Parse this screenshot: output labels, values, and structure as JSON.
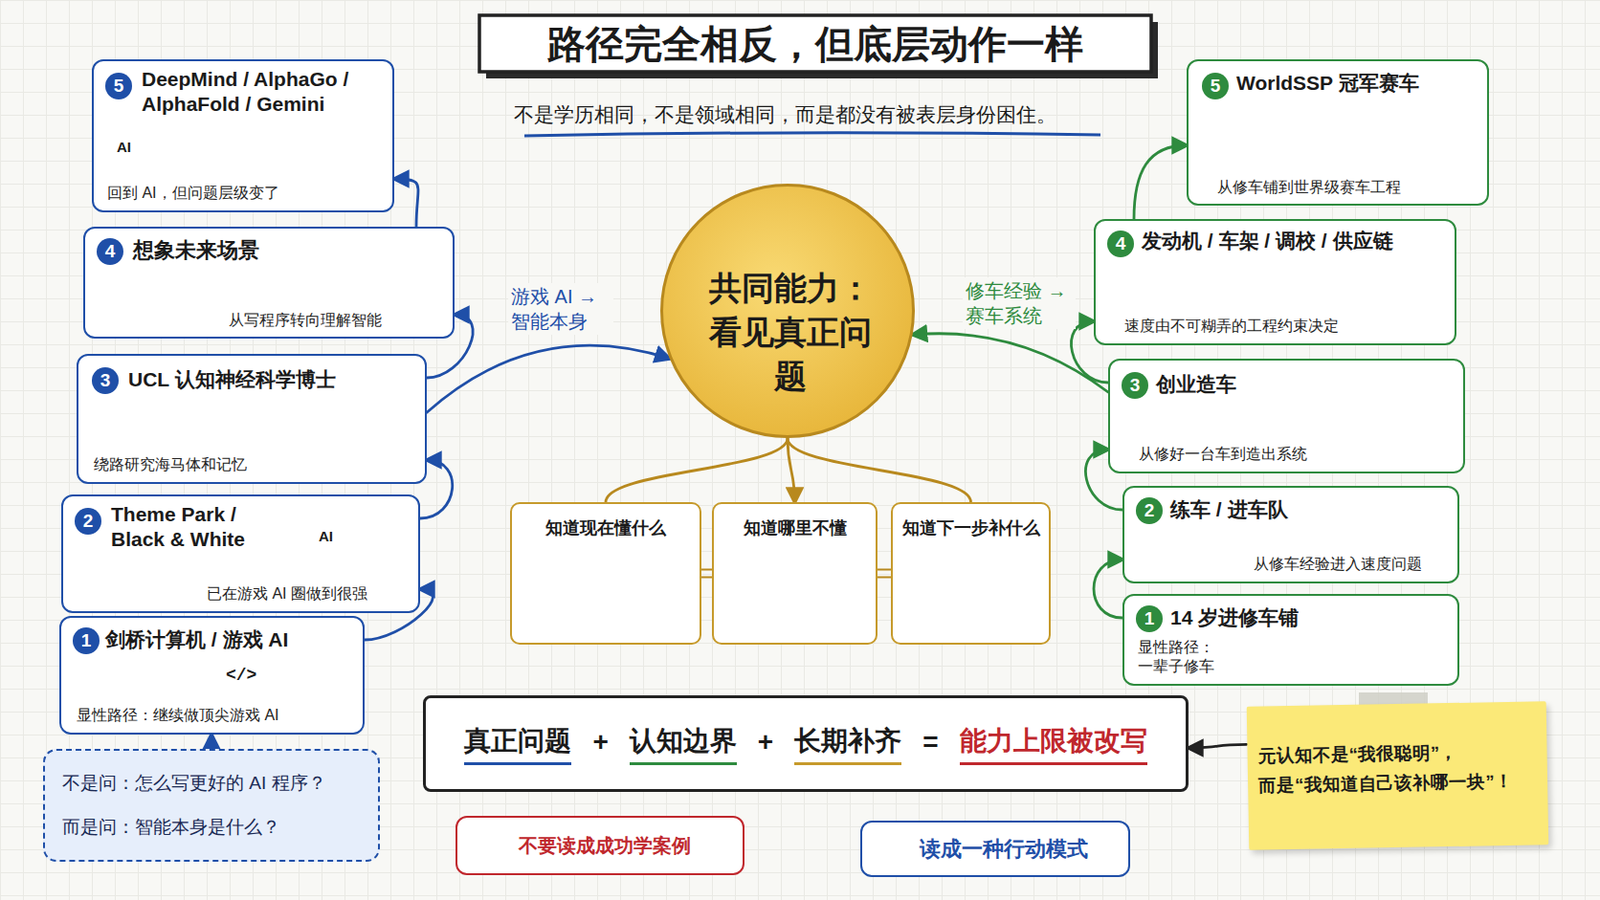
{
  "diagram": {
    "title": "路径完全相反，但底层动作一样",
    "caption": "不是学历相同，不是领域相同，而是都没有被表层身份困住。",
    "nodes": [
      {
        "text": [
          "1",
          "剑桥计算机 / 游戏 AI",
          "显性路径：继续做顶尖游戏 AI"
        ]
      },
      {
        "text": [
          "2",
          "Theme Park / Black & White",
          "已在游戏 AI 圈做到很强"
        ]
      },
      {
        "text": [
          "3",
          "UCL 认知神经科学博士",
          "绕路研究海马体和记忆"
        ]
      },
      {
        "text": [
          "4",
          "想象未来场景",
          "从写程序转向理解智能"
        ]
      },
      {
        "text": [
          "5",
          "DeepMind / AlphaGo / AlphaFold / Gemini",
          "回到 AI，但问题层级变了"
        ]
      },
      {
        "text": [
          "不是问：怎么写更好的 AI 程序？",
          "而是问：智能本身是什么？"
        ]
      },
      {
        "text": [
          "1",
          "14 岁进修车铺",
          "显性路径： 一辈子修车"
        ]
      },
      {
        "text": [
          "2",
          "练车 / 进车队",
          "从修车经验进入速度问题"
        ]
      },
      {
        "text": [
          "3",
          "创业造车",
          "从修好一台车到造出系统"
        ]
      },
      {
        "text": [
          "4",
          "发动机 / 车架 / 调校 / 供应链",
          "速度由不可糊弄的工程约束决定"
        ]
      },
      {
        "text": [
          "5",
          "WorldSSP 冠军赛车",
          "从修车铺到世界级赛车工程"
        ]
      },
      {
        "text": [
          "共同能力： 看见真正问题"
        ]
      },
      {
        "text": [
          "知道现在懂什么"
        ]
      },
      {
        "text": [
          "知道哪里不懂"
        ]
      },
      {
        "text": [
          "知道下一步补什么"
        ]
      },
      {
        "text": [
          "真正问题",
          "+",
          "认知边界",
          "+",
          "长期补齐",
          "=",
          "能力上限被改写"
        ]
      },
      {
        "text": [
          "元认知不是“我很聪明”， 而是“我知道自己该补哪一块”！"
        ]
      },
      {
        "text": [
          "不要读成成功学案例"
        ]
      },
      {
        "text": [
          "读成一种行动模式"
        ]
      }
    ],
    "edges": [
      {
        "from": 0,
        "to": 1,
        "arrow": "to"
      },
      {
        "from": 1,
        "to": 2,
        "arrow": "to"
      },
      {
        "from": 2,
        "to": 3,
        "arrow": "to"
      },
      {
        "from": 3,
        "to": 4,
        "arrow": "to"
      },
      {
        "from": 5,
        "to": 0,
        "arrow": "to"
      },
      {
        "from": 2,
        "to": 11,
        "label": "游戏 AI → 智能本身",
        "arrow": "to"
      },
      {
        "from": 6,
        "to": 7,
        "arrow": "to"
      },
      {
        "from": 7,
        "to": 8,
        "arrow": "to"
      },
      {
        "from": 8,
        "to": 9,
        "arrow": "to"
      },
      {
        "from": 9,
        "to": 10,
        "arrow": "to"
      },
      {
        "from": 8,
        "to": 11,
        "label": "修车经验 → 赛车系统",
        "arrow": "to"
      },
      {
        "from": 11,
        "to": 12,
        "arrow": "none"
      },
      {
        "from": 11,
        "to": 13,
        "arrow": "to"
      },
      {
        "from": 11,
        "to": 14,
        "arrow": "none"
      },
      {
        "from": 12,
        "to": 13,
        "arrow": "none"
      },
      {
        "from": 13,
        "to": 14,
        "arrow": "none"
      },
      {
        "from": 16,
        "to": 15,
        "arrow": "to"
      }
    ],
    "labels": [
      "AI",
      "AI",
      "</>",
      "!"
    ]
  }
}
